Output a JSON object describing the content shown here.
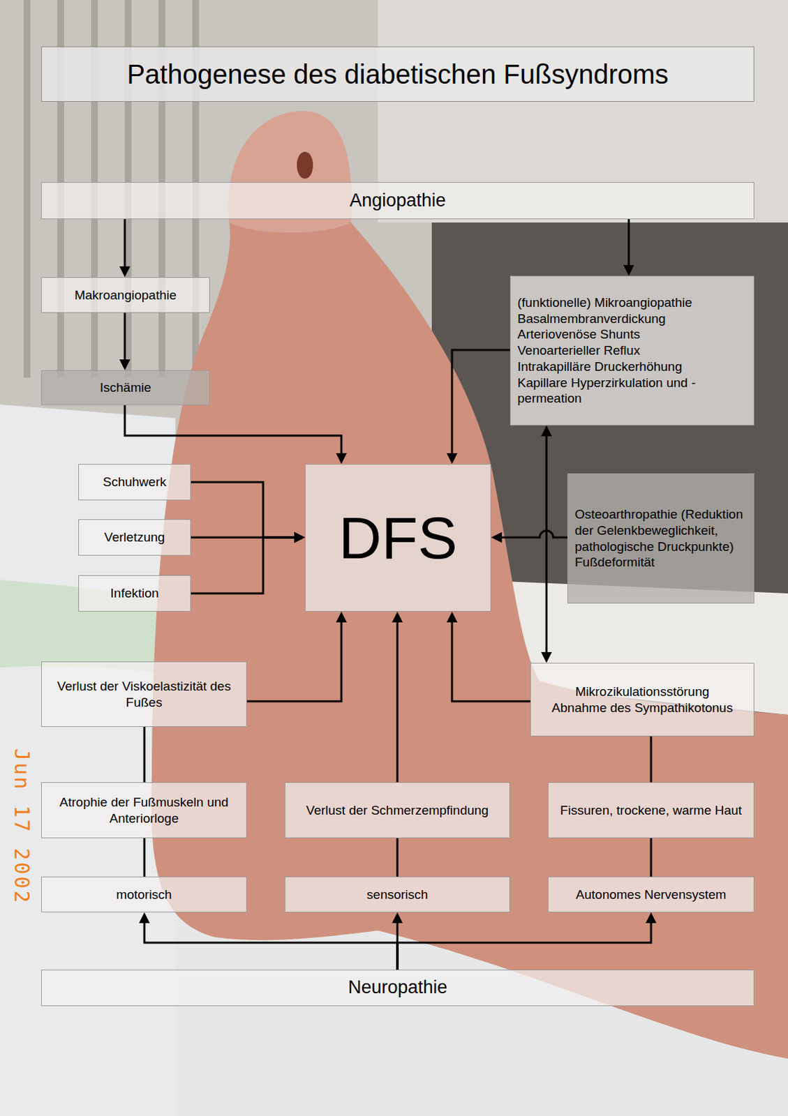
{
  "diagram": {
    "title": "Pathogenese des diabetischen Fußsyndroms",
    "nodes": [
      {
        "text": [
          "Angiopathie"
        ]
      },
      {
        "text": [
          "Makroangiopathie"
        ]
      },
      {
        "text": [
          "(funktionelle) Mikroangiopathie",
          "Basalmembranverdickung",
          "Arteriovenöse Shunts",
          "Venoarterieller Reflux",
          "Intrakapilläre Druckerhöhung",
          "Kapillare Hyperzirkulation und -permeation"
        ]
      },
      {
        "text": [
          "Ischämie"
        ]
      },
      {
        "text": [
          "Schuhwerk"
        ]
      },
      {
        "text": [
          "Verletzung"
        ]
      },
      {
        "text": [
          "Infektion"
        ]
      },
      {
        "text": [
          "DFS"
        ]
      },
      {
        "text": [
          "Osteoarthropathie (Reduktion der Gelenkbeweglichkeit, pathologische Druckpunkte)",
          "Fußdeformität"
        ]
      },
      {
        "text": [
          "Verlust der Viskoelastizität des Fußes"
        ]
      },
      {
        "text": [
          "Mikrozikulationsstörung",
          "Abnahme des Sympathikotonus"
        ]
      },
      {
        "text": [
          "Atrophie der Fußmuskeln und Anteriorloge"
        ]
      },
      {
        "text": [
          "Verlust der Schmerzempfindung"
        ]
      },
      {
        "text": [
          "Fissuren, trockene, warme Haut"
        ]
      },
      {
        "text": [
          "motorisch"
        ]
      },
      {
        "text": [
          "sensorisch"
        ]
      },
      {
        "text": [
          "Autonomes Nervensystem"
        ]
      },
      {
        "text": [
          "Neuropathie"
        ]
      }
    ],
    "edges": [
      {
        "from": 0,
        "to": 1,
        "arrow": "to"
      },
      {
        "from": 0,
        "to": 2,
        "arrow": "to"
      },
      {
        "from": 1,
        "to": 3,
        "arrow": "to"
      },
      {
        "from": 3,
        "to": 7,
        "arrow": "to"
      },
      {
        "from": 2,
        "to": 7,
        "arrow": "to"
      },
      {
        "from": 4,
        "to": 7,
        "arrow": "to"
      },
      {
        "from": 5,
        "to": 7,
        "arrow": "to"
      },
      {
        "from": 6,
        "to": 7,
        "arrow": "to"
      },
      {
        "from": 8,
        "to": 7,
        "arrow": "to"
      },
      {
        "from": 2,
        "to": 10,
        "arrow": "both"
      },
      {
        "from": 9,
        "to": 7,
        "arrow": "to"
      },
      {
        "from": 12,
        "to": 7,
        "arrow": "to"
      },
      {
        "from": 10,
        "to": 7,
        "arrow": "to"
      },
      {
        "from": 11,
        "to": 9,
        "arrow": "none"
      },
      {
        "from": 14,
        "to": 11,
        "arrow": "none"
      },
      {
        "from": 15,
        "to": 12,
        "arrow": "none"
      },
      {
        "from": 13,
        "to": 10,
        "arrow": "none"
      },
      {
        "from": 16,
        "to": 13,
        "arrow": "none"
      },
      {
        "from": 17,
        "to": 14,
        "arrow": "to"
      },
      {
        "from": 17,
        "to": 15,
        "arrow": "to"
      },
      {
        "from": 17,
        "to": 16,
        "arrow": "to"
      }
    ],
    "labels": [
      "Jun 17 2002"
    ]
  }
}
